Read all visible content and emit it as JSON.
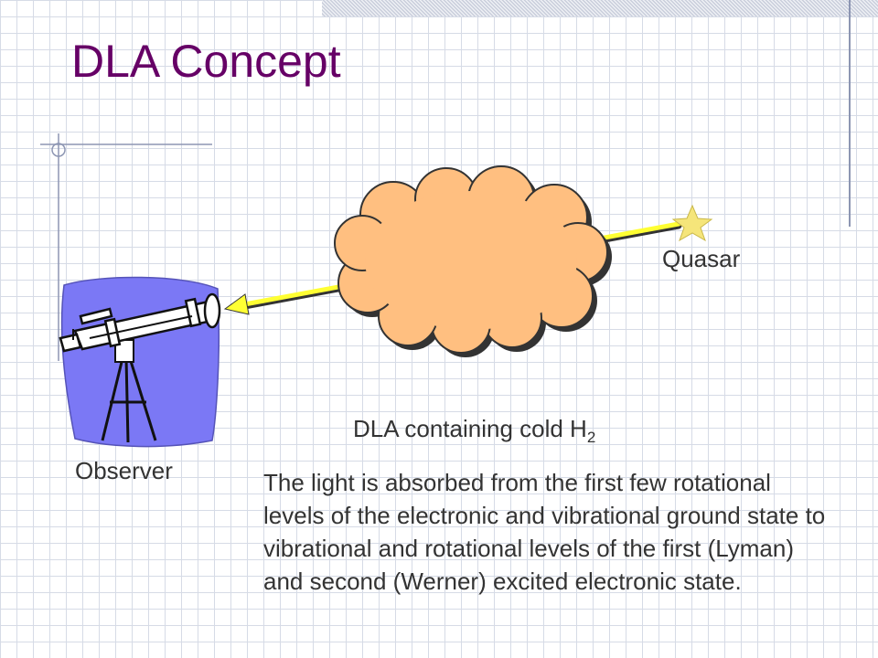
{
  "slide": {
    "title": "DLA Concept",
    "quasar_label": "Quasar",
    "observer_label": "Observer",
    "dla_label": "DLA containing cold H",
    "dla_label_subscript": "2",
    "description": "The light is absorbed from the first few rotational levels of the electronic and vibrational ground state to vibrational and rotational levels of the first (Lyman) and second (Werner) excited electronic state."
  },
  "colors": {
    "title": "#660066",
    "text": "#333333",
    "cloud_fill": "#ffbf80",
    "light_ray": "#ffff33",
    "star": "#f5e57a",
    "observer_backdrop": "#7b78f5"
  },
  "icons": {
    "source": "star-icon",
    "cloud": "cloud-icon",
    "observer": "telescope-icon"
  }
}
